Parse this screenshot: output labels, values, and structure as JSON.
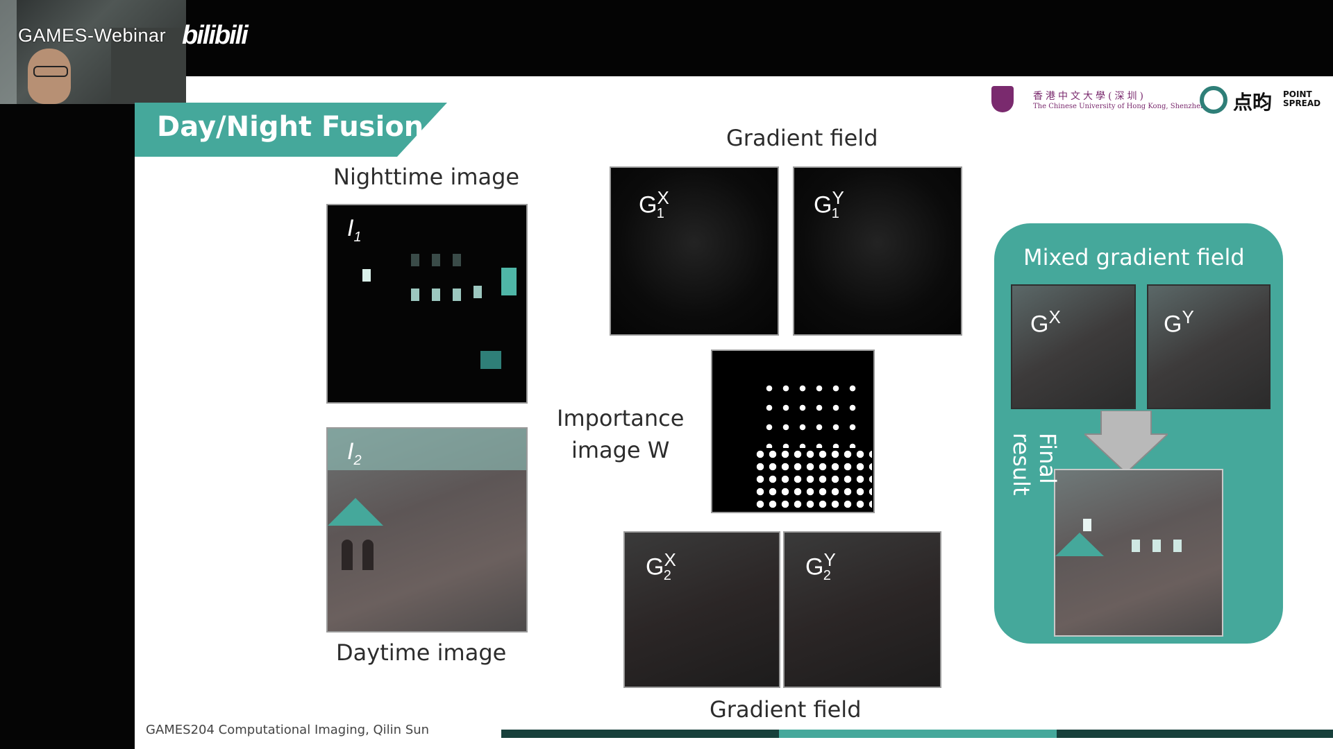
{
  "overlay": {
    "brand": "GAMES-Webinar",
    "bilibili": "bilibili"
  },
  "slide": {
    "title": "Day/Night Fusion",
    "nighttime_label": "Nighttime image",
    "daytime_label": "Daytime image",
    "gradient_field_top": "Gradient field",
    "gradient_field_bottom": "Gradient field",
    "importance_line1": "Importance",
    "importance_line2": "image W",
    "mixed_gradient_title": "Mixed gradient field",
    "final_result": "Final result",
    "footer": "GAMES204 Computational Imaging, Qilin Sun"
  },
  "images": {
    "i1": {
      "base": "I",
      "sub": "1"
    },
    "i2": {
      "base": "I",
      "sub": "2"
    },
    "g1x": {
      "base": "G",
      "sub": "1",
      "sup": "X"
    },
    "g1y": {
      "base": "G",
      "sub": "1",
      "sup": "Y"
    },
    "g2x": {
      "base": "G",
      "sub": "2",
      "sup": "X"
    },
    "g2y": {
      "base": "G",
      "sub": "2",
      "sup": "Y"
    },
    "gx": {
      "base": "G",
      "sup": "X"
    },
    "gy": {
      "base": "G",
      "sup": "Y"
    }
  },
  "logos": {
    "cuhk_cn": "香港中文大學(深圳)",
    "cuhk_en": "The Chinese University of Hong Kong, Shenzhen",
    "ps_cn": "点昀",
    "ps_en_1": "POINT",
    "ps_en_2": "SPREAD"
  },
  "colors": {
    "accent": "#45a89b",
    "dark_bar": "#17403b"
  }
}
